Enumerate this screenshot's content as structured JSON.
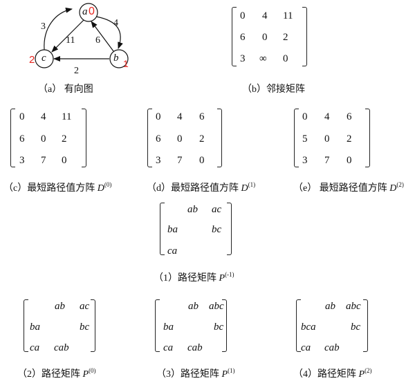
{
  "graph": {
    "caption": "（a） 有向图",
    "nodes": [
      {
        "id": "a",
        "label": "a",
        "index": "0"
      },
      {
        "id": "b",
        "label": "b",
        "index": "1"
      },
      {
        "id": "c",
        "label": "c",
        "index": "2"
      }
    ],
    "edges": [
      {
        "from": "a",
        "to": "b",
        "weight": "4"
      },
      {
        "from": "a",
        "to": "c",
        "weight": "11"
      },
      {
        "from": "b",
        "to": "a",
        "weight": "6"
      },
      {
        "from": "b",
        "to": "c",
        "weight": "2"
      },
      {
        "from": "c",
        "to": "a",
        "weight": "3"
      }
    ],
    "index_color": "#e8261f"
  },
  "adjacency": {
    "caption": "（b）邻接矩阵",
    "rows": [
      [
        "0",
        "4",
        "11"
      ],
      [
        "6",
        "0",
        "2"
      ],
      [
        "3",
        "∞",
        "0"
      ]
    ]
  },
  "d_matrices": [
    {
      "prefix": "（c）最短路径值方阵 ",
      "symbol": "D",
      "sup": "(0)",
      "rows": [
        [
          "0",
          "4",
          "11"
        ],
        [
          "6",
          "0",
          "2"
        ],
        [
          "3",
          "7",
          "0"
        ]
      ]
    },
    {
      "prefix": "（d）最短路径值方阵 ",
      "symbol": "D",
      "sup": "(1)",
      "rows": [
        [
          "0",
          "4",
          "6"
        ],
        [
          "6",
          "0",
          "2"
        ],
        [
          "3",
          "7",
          "0"
        ]
      ]
    },
    {
      "prefix": "（e） 最短路径值方阵 ",
      "symbol": "D",
      "sup": "(2)",
      "rows": [
        [
          "0",
          "4",
          "6"
        ],
        [
          "5",
          "0",
          "2"
        ],
        [
          "3",
          "7",
          "0"
        ]
      ]
    }
  ],
  "p_initial": {
    "prefix": "（1）路径矩阵 ",
    "symbol": "P",
    "sup": "(-1)",
    "rows": [
      [
        "",
        "ab",
        "ac"
      ],
      [
        "ba",
        "",
        "bc"
      ],
      [
        "ca",
        "",
        ""
      ]
    ]
  },
  "p_matrices": [
    {
      "prefix": "（2）路径矩阵 ",
      "symbol": "P",
      "sup": "(0)",
      "rows": [
        [
          "",
          "ab",
          "ac"
        ],
        [
          "ba",
          "",
          "bc"
        ],
        [
          "ca",
          "cab",
          ""
        ]
      ]
    },
    {
      "prefix": "（3）路径矩阵 ",
      "symbol": "P",
      "sup": "(1)",
      "rows": [
        [
          "",
          "ab",
          "abc"
        ],
        [
          "ba",
          "",
          "bc"
        ],
        [
          "ca",
          "cab",
          ""
        ]
      ]
    },
    {
      "prefix": "（4）路径矩阵 ",
      "symbol": "P",
      "sup": "(2)",
      "rows": [
        [
          "",
          "ab",
          "abc"
        ],
        [
          "bca",
          "",
          "bc"
        ],
        [
          "ca",
          "cab",
          ""
        ]
      ]
    }
  ]
}
